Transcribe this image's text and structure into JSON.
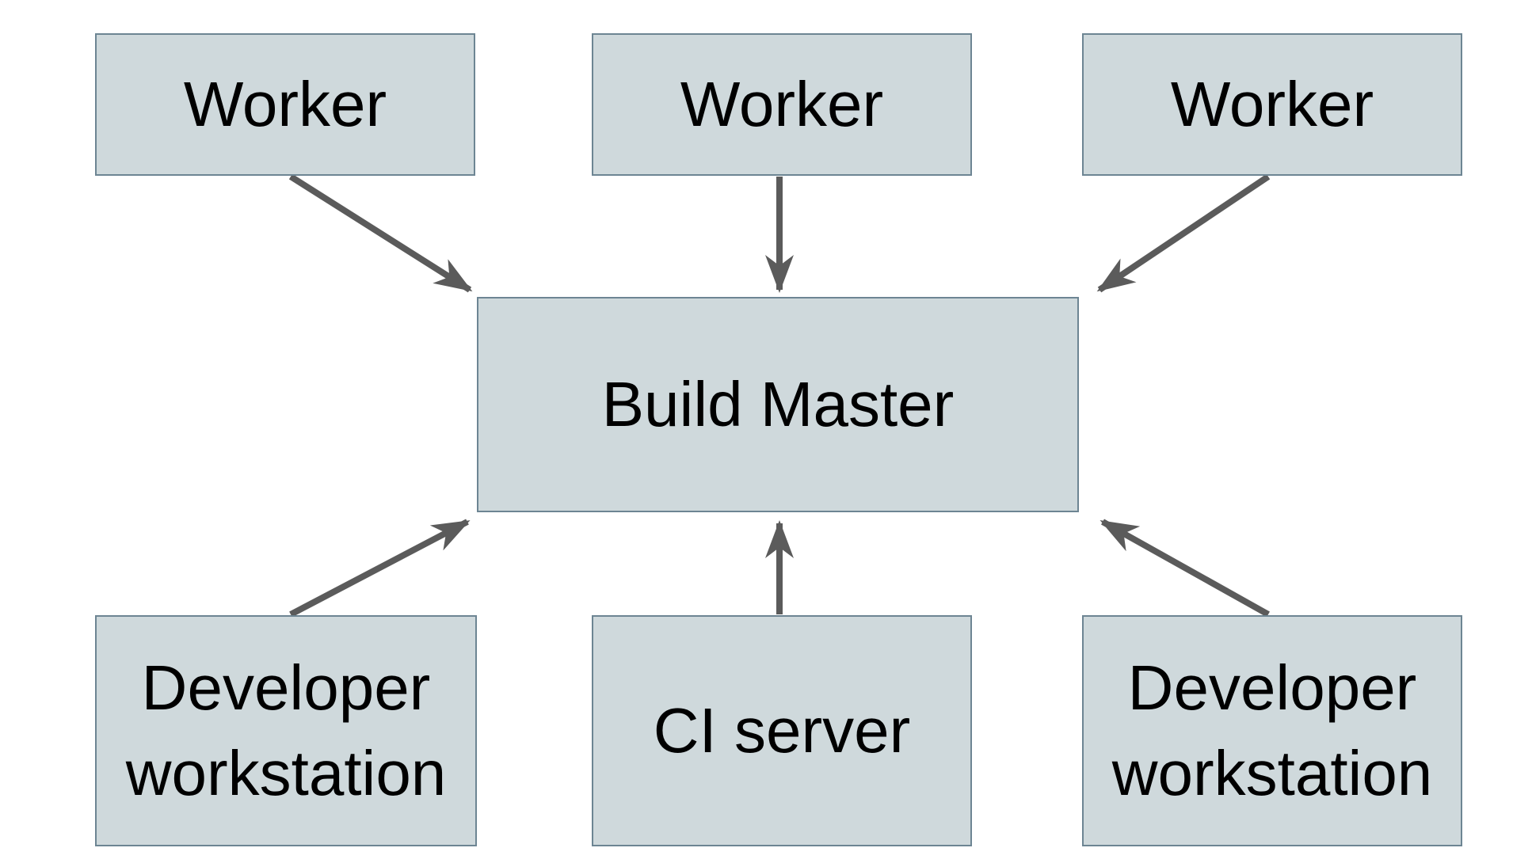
{
  "diagram": {
    "background_color": "#ffffff",
    "node_fill_color": "#cfd9dc",
    "node_border_color": "#6d8593",
    "arrow_color": "#5b5b5b",
    "text_color": "#000000",
    "nodes": [
      {
        "id": "worker-1",
        "label": "Worker"
      },
      {
        "id": "worker-2",
        "label": "Worker"
      },
      {
        "id": "worker-3",
        "label": "Worker"
      },
      {
        "id": "build-master",
        "label": "Build Master"
      },
      {
        "id": "developer-workstation-1",
        "label": "Developer workstation"
      },
      {
        "id": "ci-server",
        "label": "CI server"
      },
      {
        "id": "developer-workstation-2",
        "label": "Developer workstation"
      }
    ],
    "edges": [
      {
        "from": "worker-1",
        "to": "build-master"
      },
      {
        "from": "worker-2",
        "to": "build-master"
      },
      {
        "from": "worker-3",
        "to": "build-master"
      },
      {
        "from": "developer-workstation-1",
        "to": "build-master"
      },
      {
        "from": "ci-server",
        "to": "build-master"
      },
      {
        "from": "developer-workstation-2",
        "to": "build-master"
      }
    ]
  }
}
